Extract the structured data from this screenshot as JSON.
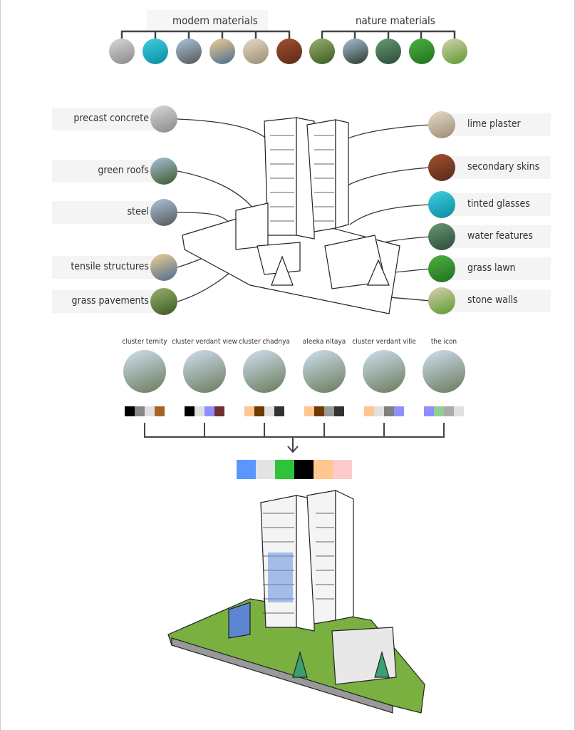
{
  "modern": {
    "title": "modern materials",
    "items": [
      {
        "c1": "#d8d8d8",
        "c2": "#888"
      },
      {
        "c1": "#40d0e0",
        "c2": "#0a8aa0"
      },
      {
        "c1": "#aac4e0",
        "c2": "#555"
      },
      {
        "c1": "#f0d090",
        "c2": "#4a6a90"
      },
      {
        "c1": "#e8dcc8",
        "c2": "#9a8a70"
      },
      {
        "c1": "#a05030",
        "c2": "#5a2a18"
      }
    ]
  },
  "nature": {
    "title": "nature materials",
    "items": [
      {
        "c1": "#9ab070",
        "c2": "#3a5a20"
      },
      {
        "c1": "#a8c0d8",
        "c2": "#2a3a2a"
      },
      {
        "c1": "#6a9a70",
        "c2": "#2a4a3a"
      },
      {
        "c1": "#50b040",
        "c2": "#207020"
      },
      {
        "c1": "#d8d0b0",
        "c2": "#5a9a30"
      }
    ]
  },
  "left_labels": [
    {
      "label": "precast concrete",
      "c1": "#d8d8d8",
      "c2": "#888"
    },
    {
      "label": "green roofs",
      "c1": "#a8c0d8",
      "c2": "#3a5a2a"
    },
    {
      "label": "steel",
      "c1": "#aac4e0",
      "c2": "#555"
    },
    {
      "label": "tensile structures",
      "c1": "#f0d090",
      "c2": "#4a6a90"
    },
    {
      "label": "grass pavements",
      "c1": "#9ab070",
      "c2": "#3a5a20"
    }
  ],
  "right_labels": [
    {
      "label": "lime plaster",
      "c1": "#e8dcc8",
      "c2": "#9a8a70"
    },
    {
      "label": "secondary skins",
      "c1": "#a05030",
      "c2": "#5a2a18"
    },
    {
      "label": "tinted glasses",
      "c1": "#40d0e0",
      "c2": "#0a8aa0"
    },
    {
      "label": "water features",
      "c1": "#6a9a70",
      "c2": "#2a4a3a"
    },
    {
      "label": "grass lawn",
      "c1": "#50b040",
      "c2": "#207020"
    },
    {
      "label": "stone walls",
      "c1": "#d8d0b0",
      "c2": "#5a9a30"
    }
  ],
  "clusters": [
    {
      "name": "cluster ternity",
      "colors": [
        "#000000",
        "#888888",
        "#e0e0e0",
        "#a86428"
      ]
    },
    {
      "name": "cluster verdant view",
      "colors": [
        "#000000",
        "#e0e0e0",
        "#8f8fff",
        "#6e3030"
      ]
    },
    {
      "name": "cluster chadnya",
      "colors": [
        "#ffc690",
        "#6e3a00",
        "#e0e0e0",
        "#333333"
      ]
    },
    {
      "name": "aleeka nitaya",
      "colors": [
        "#ffc690",
        "#6e3a00",
        "#999999",
        "#333333"
      ]
    },
    {
      "name": "cluster verdant ville",
      "colors": [
        "#ffc690",
        "#e0e0e0",
        "#808080",
        "#8f8fff"
      ]
    },
    {
      "name": "the icon",
      "colors": [
        "#8f8fff",
        "#90d090",
        "#aaaaaa",
        "#e0e0e0"
      ]
    }
  ],
  "final_palette": [
    "#5b96ff",
    "#e3e3e3",
    "#2ec43a",
    "#000000",
    "#ffc690",
    "#ffcaca"
  ]
}
